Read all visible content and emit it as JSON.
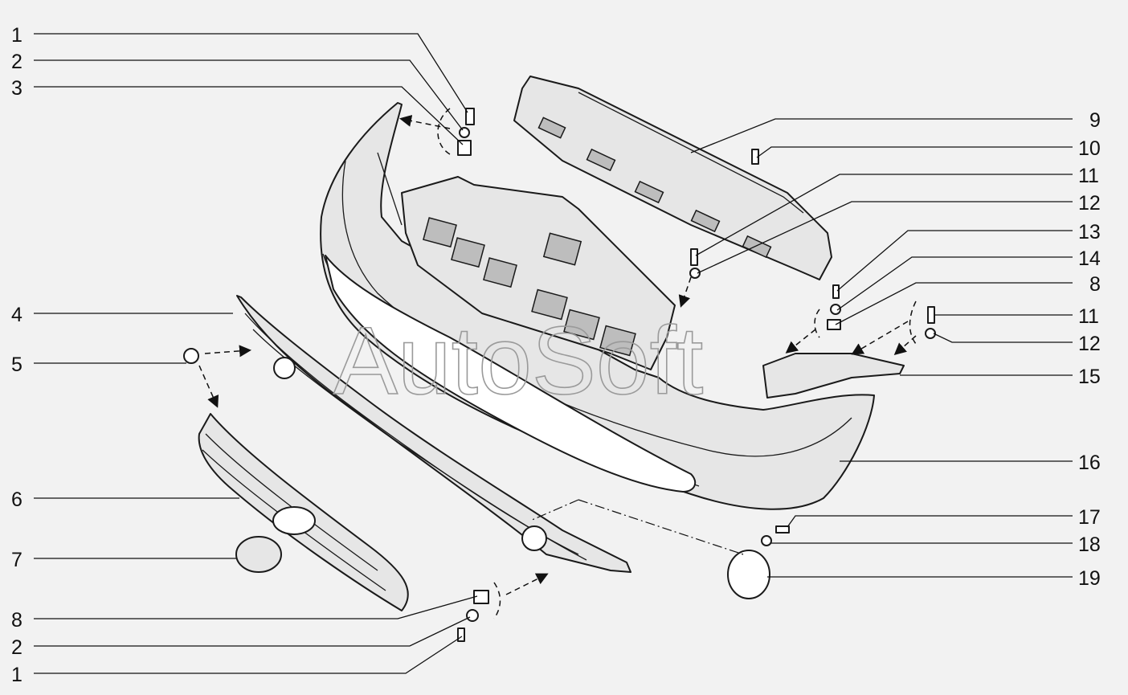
{
  "watermark": "AutoSoft",
  "callouts": [
    {
      "num": "1"
    },
    {
      "num": "2"
    },
    {
      "num": "3"
    },
    {
      "num": "4"
    },
    {
      "num": "5"
    },
    {
      "num": "6"
    },
    {
      "num": "7"
    },
    {
      "num": "8"
    },
    {
      "num": "2"
    },
    {
      "num": "1"
    },
    {
      "num": "9"
    },
    {
      "num": "10"
    },
    {
      "num": "11"
    },
    {
      "num": "12"
    },
    {
      "num": "13"
    },
    {
      "num": "14"
    },
    {
      "num": "8"
    },
    {
      "num": "11"
    },
    {
      "num": "12"
    },
    {
      "num": "15"
    },
    {
      "num": "16"
    },
    {
      "num": "17"
    },
    {
      "num": "18"
    },
    {
      "num": "19"
    }
  ]
}
